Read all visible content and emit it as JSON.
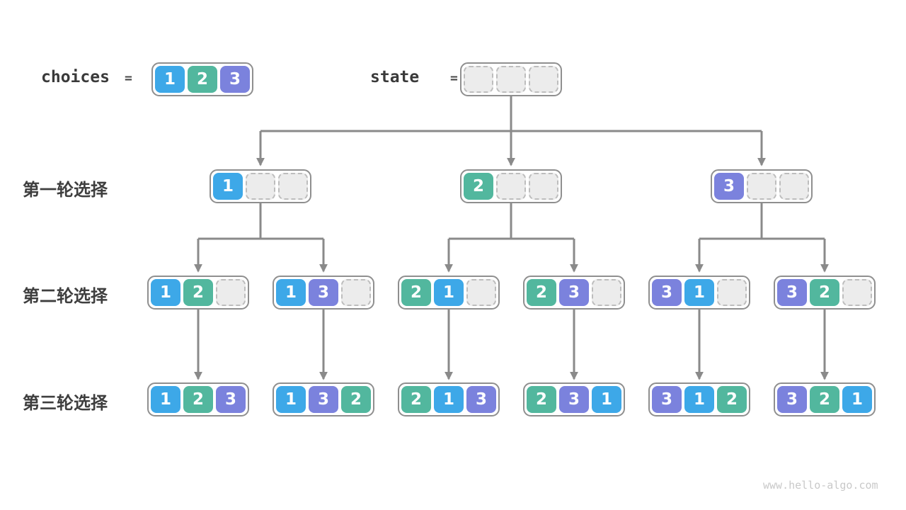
{
  "page": {
    "watermark": "www.hello-algo.com"
  },
  "colors": {
    "palette": {
      "1": "#3DA8E8",
      "2": "#52B79E",
      "3": "#7B82DD"
    },
    "connector": "#8a8a8a",
    "box_border": "#8f8f8f",
    "empty_fill": "#ececec",
    "empty_border": "#bdbdbd",
    "text": "#3e3e3e"
  },
  "header": {
    "choices": {
      "label": "choices",
      "equals": "=",
      "values": [
        1,
        2,
        3
      ]
    },
    "state": {
      "label": "state",
      "equals": "=",
      "values": [
        null,
        null,
        null
      ]
    }
  },
  "rows": [
    {
      "label": "第一轮选择",
      "boxes": [
        [
          1,
          null,
          null
        ],
        [
          2,
          null,
          null
        ],
        [
          3,
          null,
          null
        ]
      ]
    },
    {
      "label": "第二轮选择",
      "boxes": [
        [
          1,
          2,
          null
        ],
        [
          1,
          3,
          null
        ],
        [
          2,
          1,
          null
        ],
        [
          2,
          3,
          null
        ],
        [
          3,
          1,
          null
        ],
        [
          3,
          2,
          null
        ]
      ]
    },
    {
      "label": "第三轮选择",
      "boxes": [
        [
          1,
          2,
          3
        ],
        [
          1,
          3,
          2
        ],
        [
          2,
          1,
          3
        ],
        [
          2,
          3,
          1
        ],
        [
          3,
          1,
          2
        ],
        [
          3,
          2,
          1
        ]
      ]
    }
  ]
}
